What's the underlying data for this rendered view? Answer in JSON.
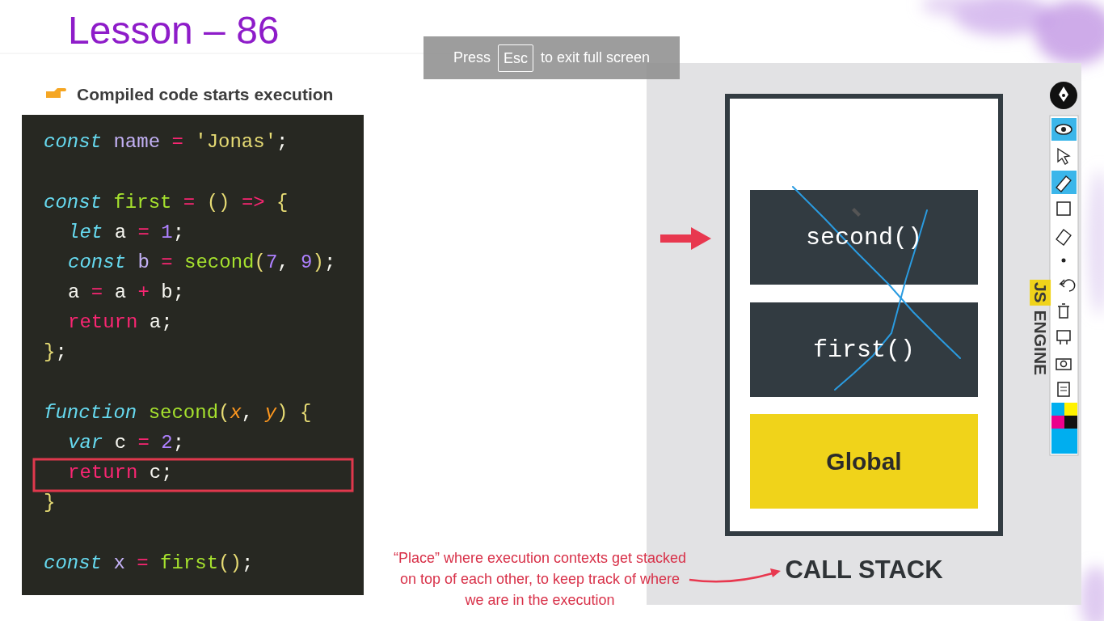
{
  "diagram": {
    "title": "Lesson – 86",
    "nodes": [
      {
        "text": [
          "Press",
          "to exit full screen"
        ]
      },
      {
        "text": [
          "Esc"
        ],
        "in": 0
      },
      {
        "text": [
          "const name = 'Jonas';",
          "const first = () => {",
          "let a = 1;",
          "const b = second(7, 9);",
          "a = a + b;",
          "return a;",
          "};",
          "function second(x, y) {",
          "var c = 2;",
          "return c;",
          "}",
          "const x = first();"
        ]
      },
      {
        "text": [
          "JS",
          "ENGINE"
        ]
      },
      {
        "text": [
          "CALL STACK"
        ],
        "in": 3
      },
      {
        "text": [
          "second()"
        ],
        "in": 4
      },
      {
        "text": [
          "first()"
        ],
        "in": 4
      },
      {
        "text": [
          "Global"
        ],
        "in": 4
      }
    ],
    "labels": [
      "Compiled code starts execution",
      "“Place” where execution contexts get stacked on top of each other, to keep track of where we are in the execution"
    ]
  }
}
